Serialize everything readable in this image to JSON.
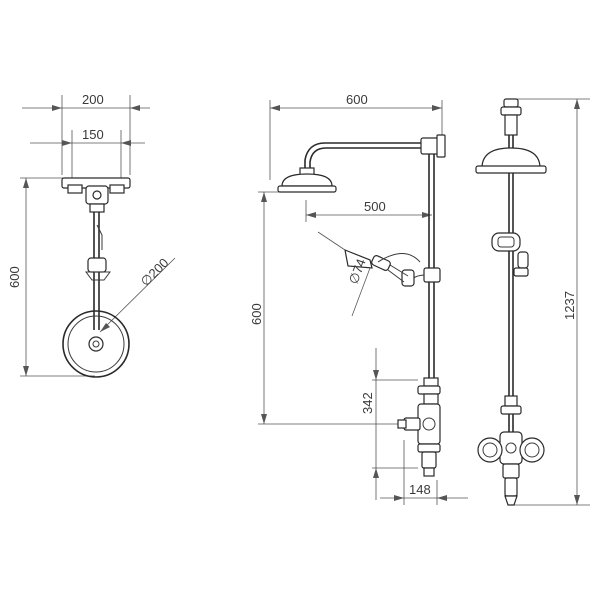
{
  "dimensions": {
    "left_width_200": "200",
    "left_width_150": "150",
    "left_height_600": "600",
    "left_diameter": "∅200",
    "mid_width_600": "600",
    "mid_width_500": "500",
    "mid_height_600": "600",
    "mid_handset_diameter": "∅74",
    "mid_height_342": "342",
    "mid_width_148": "148",
    "right_height_1237": "1237"
  },
  "colors": {
    "line": "#3a3a3a",
    "dimension": "#555555",
    "background": "#ffffff"
  }
}
